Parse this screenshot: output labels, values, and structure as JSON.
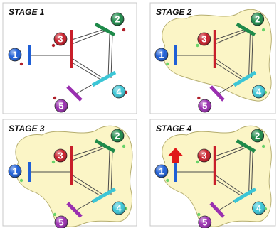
{
  "colors": {
    "zone_fill": "#fbf5c6",
    "bus_1": "#1f5fd6",
    "bus_2": "#1e8a4a",
    "bus_3": "#c81e2a",
    "bus_4": "#3cc6d6",
    "bus_5": "#9a2fb0",
    "dot_outside": "#b0202a",
    "dot_inside": "#6ad36a",
    "arrow": "#e01818"
  },
  "stages": [
    {
      "title": "STAGE 1",
      "zone": "none",
      "arrow": false
    },
    {
      "title": "STAGE 2",
      "zone": "partial",
      "arrow": false
    },
    {
      "title": "STAGE 3",
      "zone": "full",
      "arrow": false
    },
    {
      "title": "STAGE 4",
      "zone": "full",
      "arrow": true
    }
  ],
  "nodes": [
    {
      "label": "1",
      "color": "#1f5fd6",
      "icon": "bus-node-icon"
    },
    {
      "label": "2",
      "color": "#1e8a4a",
      "icon": "bus-node-icon"
    },
    {
      "label": "3",
      "color": "#c81e2a",
      "icon": "bus-node-icon"
    },
    {
      "label": "4",
      "color": "#3cc6d6",
      "icon": "bus-node-icon"
    },
    {
      "label": "5",
      "color": "#9a2fb0",
      "icon": "bus-node-icon"
    }
  ]
}
